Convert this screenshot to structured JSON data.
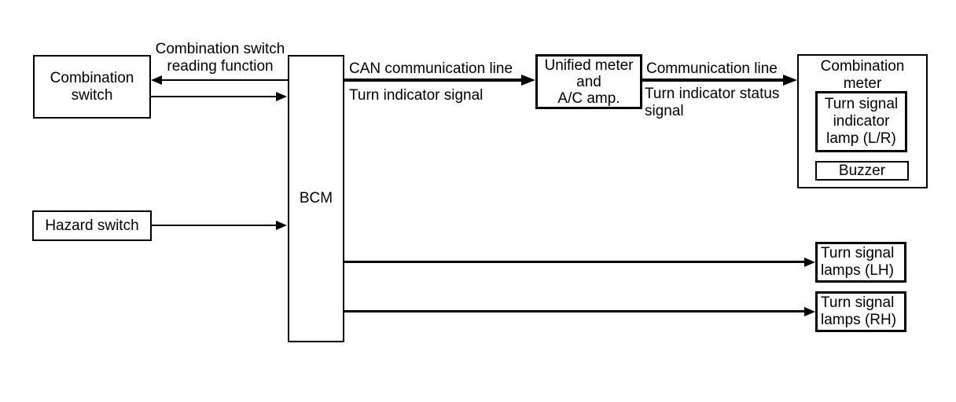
{
  "canvas": {
    "background": "#ffffff",
    "line_color": "#000000"
  },
  "nodes": {
    "combination_switch": {
      "label": "Combination\nswitch"
    },
    "hazard_switch": {
      "label": "Hazard switch"
    },
    "bcm": {
      "label": "BCM"
    },
    "unified_meter": {
      "label": "Unified meter\nand\nA/C amp."
    },
    "combination_meter": {
      "label": "Combination\nmeter"
    },
    "turn_signal_indicator": {
      "label": "Turn signal\nindicator\nlamp (L/R)"
    },
    "buzzer": {
      "label": "Buzzer"
    },
    "turn_signal_lamps_lh": {
      "label": "Turn signal\nlamps (LH)"
    },
    "turn_signal_lamps_rh": {
      "label": "Turn signal\nlamps (RH)"
    }
  },
  "edge_labels": {
    "reading_function": "Combination switch\nreading function",
    "can_line": "CAN communication line",
    "turn_indicator_signal": "Turn indicator signal",
    "communication_line": "Communication line",
    "turn_indicator_status": "Turn indicator status\nsignal"
  }
}
